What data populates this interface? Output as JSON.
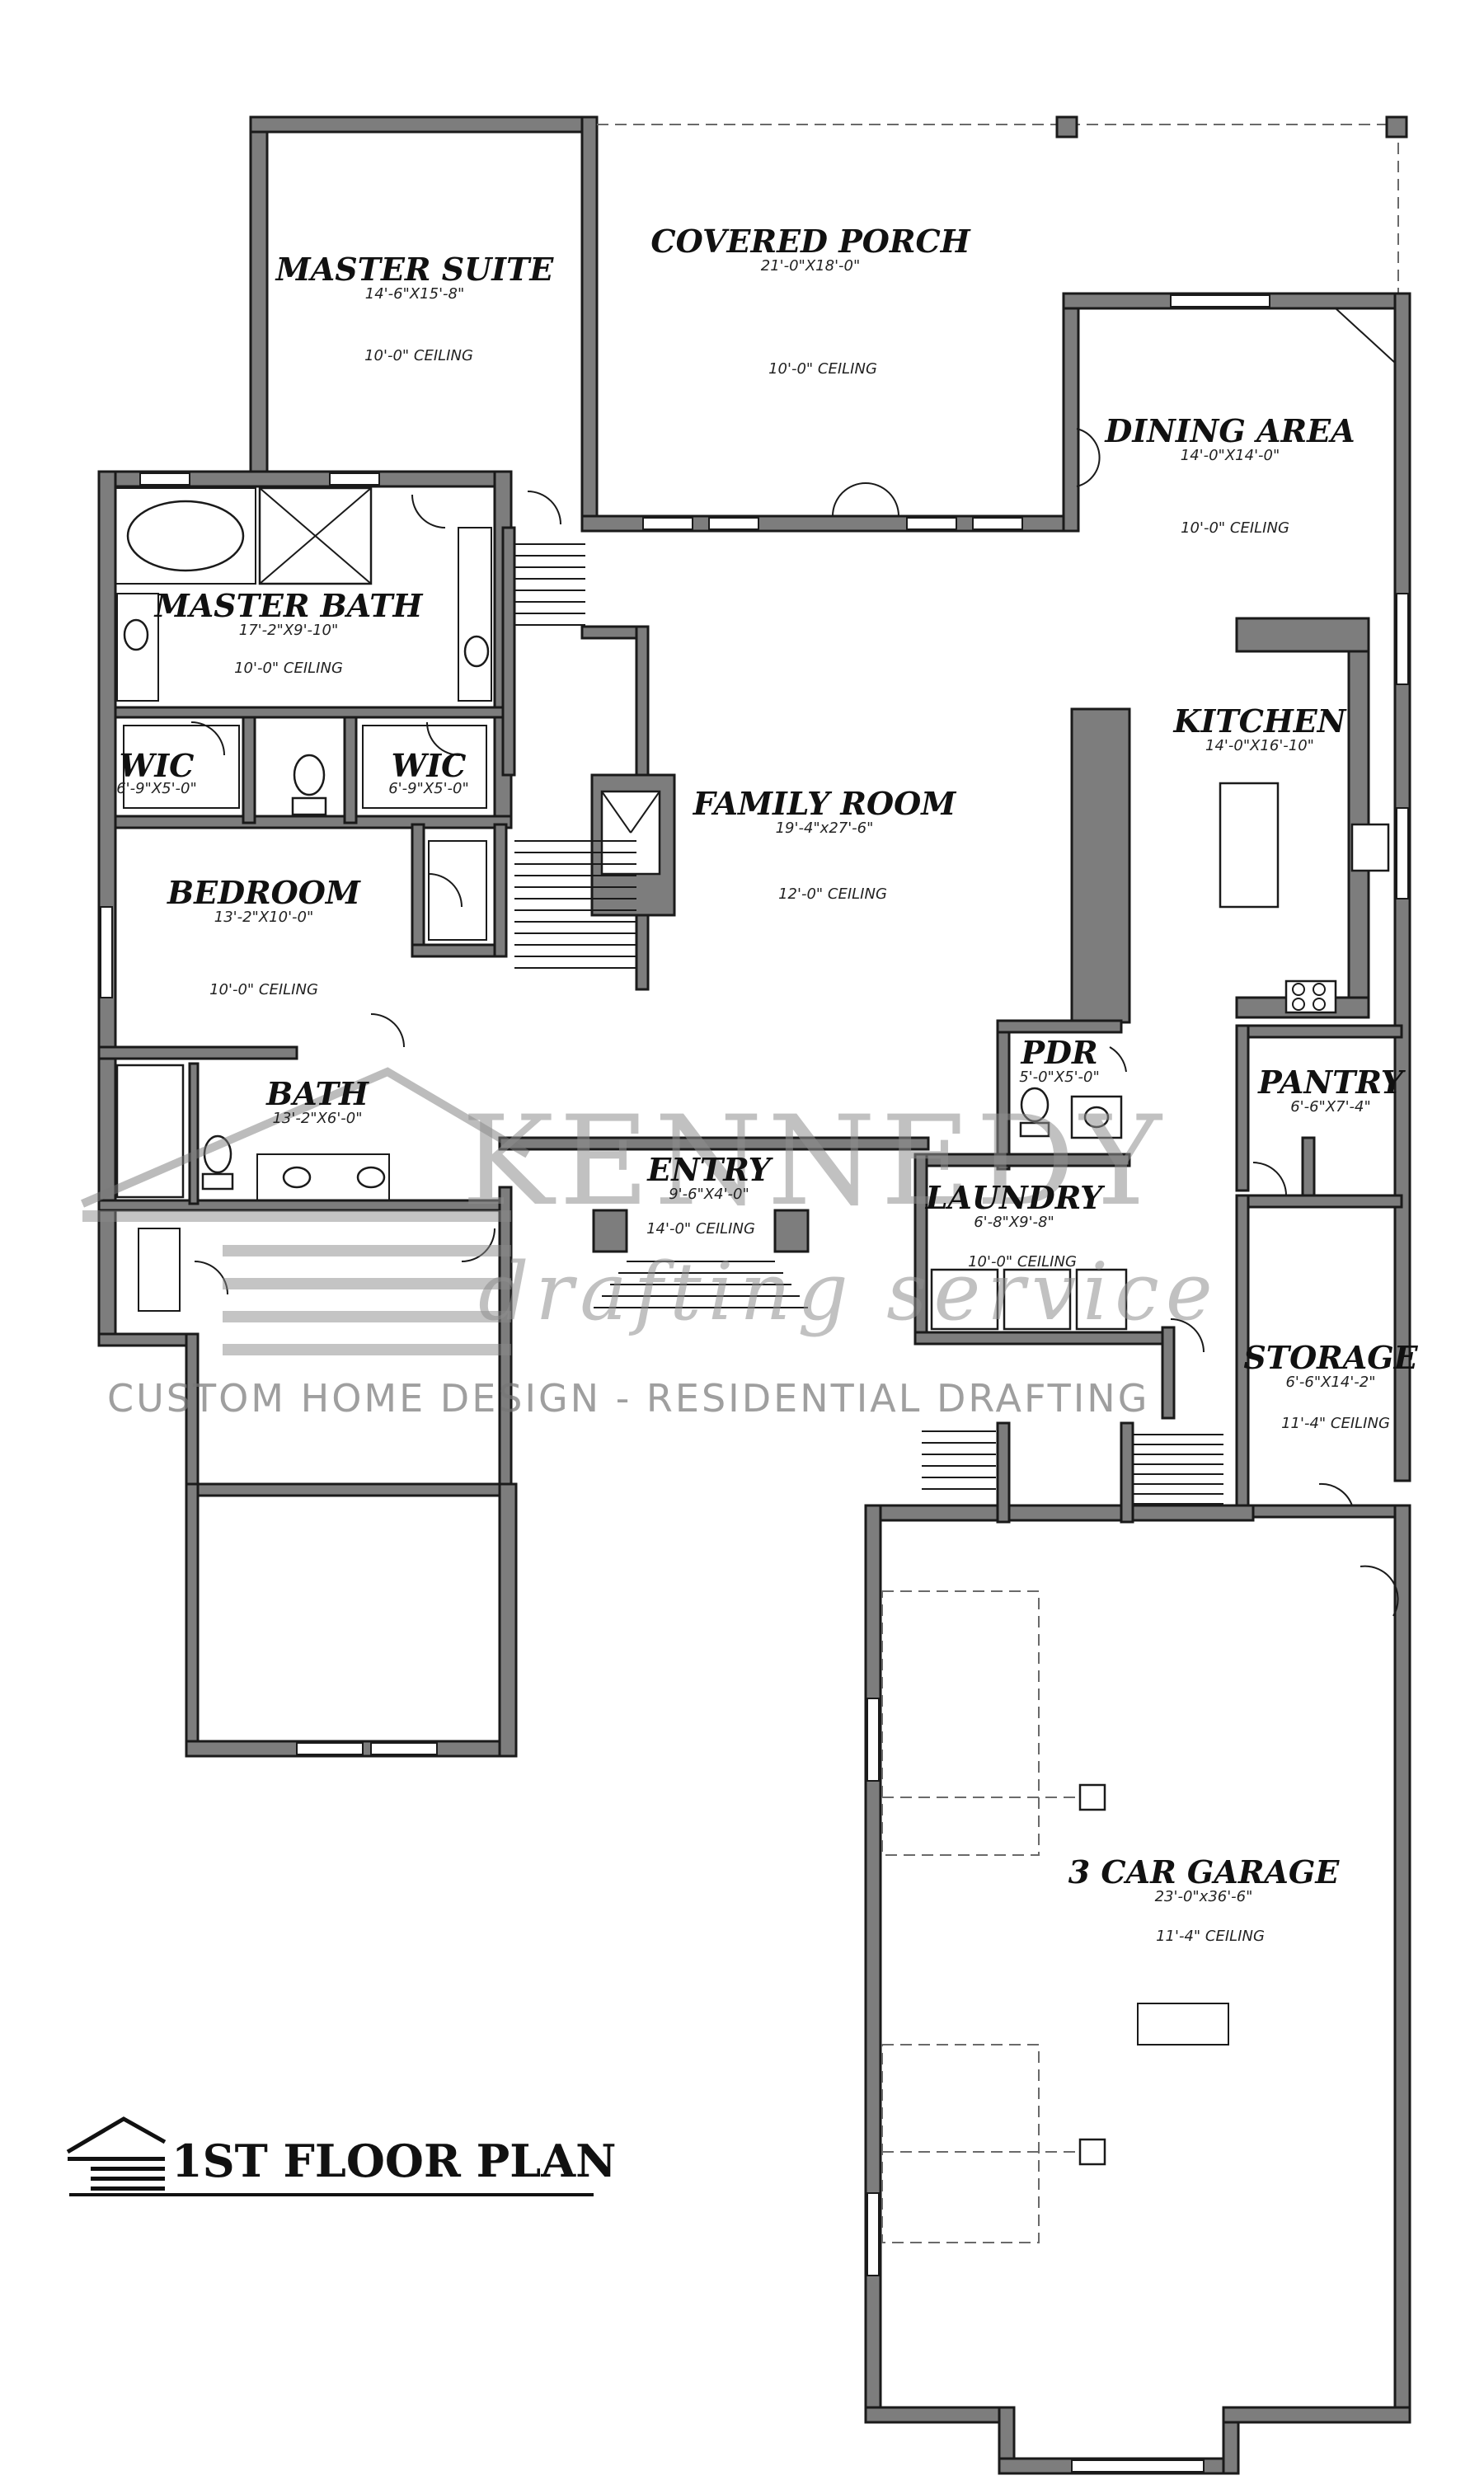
{
  "plan": {
    "title": "1ST FLOOR PLAN",
    "rooms": {
      "master_suite": {
        "name": "MASTER SUITE",
        "dim": "14'-6\"X15'-8\"",
        "ceiling": "10'-0\" CEILING"
      },
      "covered_porch": {
        "name": "COVERED PORCH",
        "dim": "21'-0\"X18'-0\"",
        "ceiling": "10'-0\" CEILING"
      },
      "dining_area": {
        "name": "DINING AREA",
        "dim": "14'-0\"X14'-0\"",
        "ceiling": "10'-0\" CEILING"
      },
      "master_bath": {
        "name": "MASTER BATH",
        "dim": "17'-2\"X9'-10\"",
        "ceiling": "10'-0\" CEILING"
      },
      "wic_left": {
        "name": "WIC",
        "dim": "6'-9\"X5'-0\""
      },
      "wic_right": {
        "name": "WIC",
        "dim": "6'-9\"X5'-0\""
      },
      "family_room": {
        "name": "FAMILY ROOM",
        "dim": "19'-4\"x27'-6\"",
        "ceiling": "12'-0\" CEILING"
      },
      "kitchen": {
        "name": "KITCHEN",
        "dim": "14'-0\"X16'-10\""
      },
      "bedroom": {
        "name": "BEDROOM",
        "dim": "13'-2\"X10'-0\"",
        "ceiling": "10'-0\" CEILING"
      },
      "pdr": {
        "name": "PDR",
        "dim": "5'-0\"X5'-0\""
      },
      "pantry": {
        "name": "PANTRY",
        "dim": "6'-6\"X7'-4\""
      },
      "bath": {
        "name": "BATH",
        "dim": "13'-2\"X6'-0\""
      },
      "entry": {
        "name": "ENTRY",
        "dim": "9'-6\"X4'-0\"",
        "ceiling": "14'-0\" CEILING"
      },
      "laundry": {
        "name": "LAUNDRY",
        "dim": "6'-8\"X9'-8\"",
        "ceiling": "10'-0\" CEILING"
      },
      "storage": {
        "name": "STORAGE",
        "dim": "6'-6\"X14'-2\"",
        "ceiling": "11'-4\" CEILING"
      },
      "garage": {
        "name": "3 CAR GARAGE",
        "dim": "23'-0\"x36'-6\"",
        "ceiling": "11'-4\" CEILING"
      }
    }
  },
  "watermark": {
    "brand": "KENNEDY",
    "tagline": "drafting service",
    "services": "CUSTOM HOME DESIGN - RESIDENTIAL DRAFTING"
  }
}
